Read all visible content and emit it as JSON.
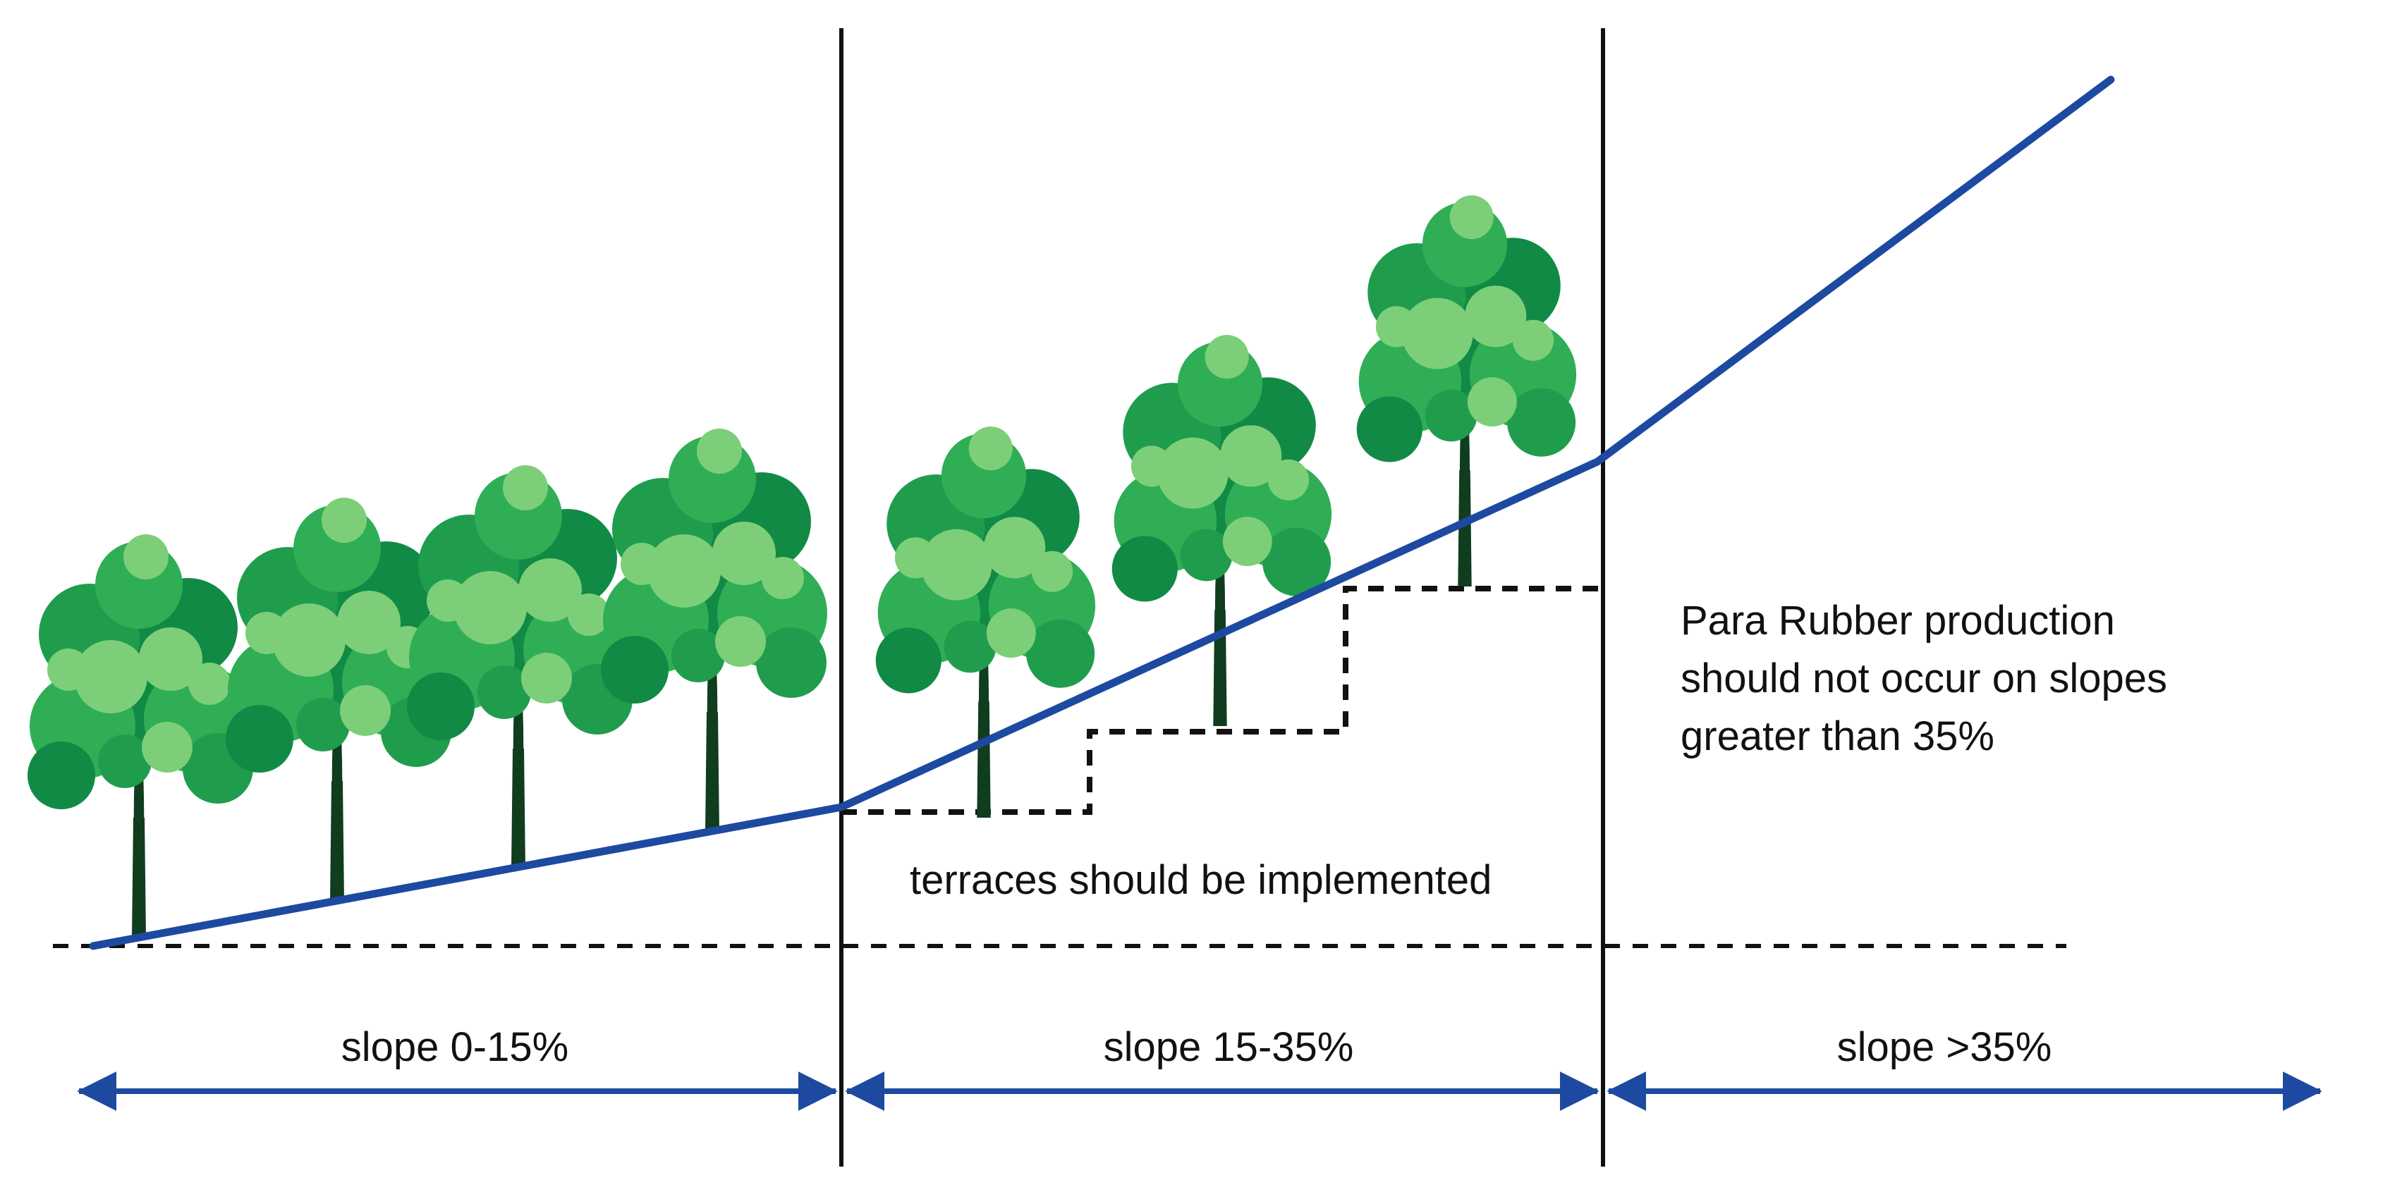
{
  "zones": [
    {
      "label": "slope 0-15%"
    },
    {
      "label": "slope 15-35%"
    },
    {
      "label": "slope >35%"
    }
  ],
  "annotations": {
    "terraces": "terraces should be implemented",
    "warning_lines": [
      "Para Rubber production",
      "should not occur on slopes",
      "greater than 35%"
    ]
  },
  "colors": {
    "slope_line": "#1d4aa0",
    "arrow": "#1d4aa0",
    "divider": "#111111",
    "dashes": "#111111",
    "trunk": "#0f3d1e",
    "foliage_dark": "#118a45",
    "foliage_mid": "#2fae55",
    "foliage_light": "#7ccf78"
  },
  "icons": {
    "tree": "rubber-tree-icon"
  }
}
